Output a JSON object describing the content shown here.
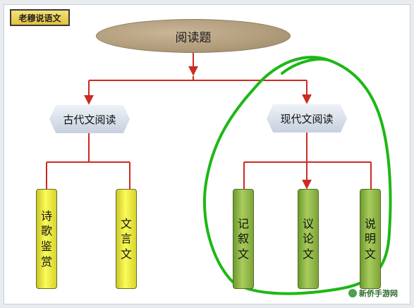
{
  "tag": "老穆说语文",
  "root": "阅读题",
  "branches": [
    {
      "label": "古代文阅读",
      "items": [
        "诗歌鉴赏",
        "文言文"
      ]
    },
    {
      "label": "现代文阅读",
      "items": [
        "记叙文",
        "议论文",
        "说明文"
      ]
    }
  ],
  "watermark": "新侨手游网",
  "colors": {
    "connector": "#cc2b22",
    "annotation": "#1db815",
    "ancient_box": "#f7f746",
    "modern_box": "#92bb4a"
  }
}
